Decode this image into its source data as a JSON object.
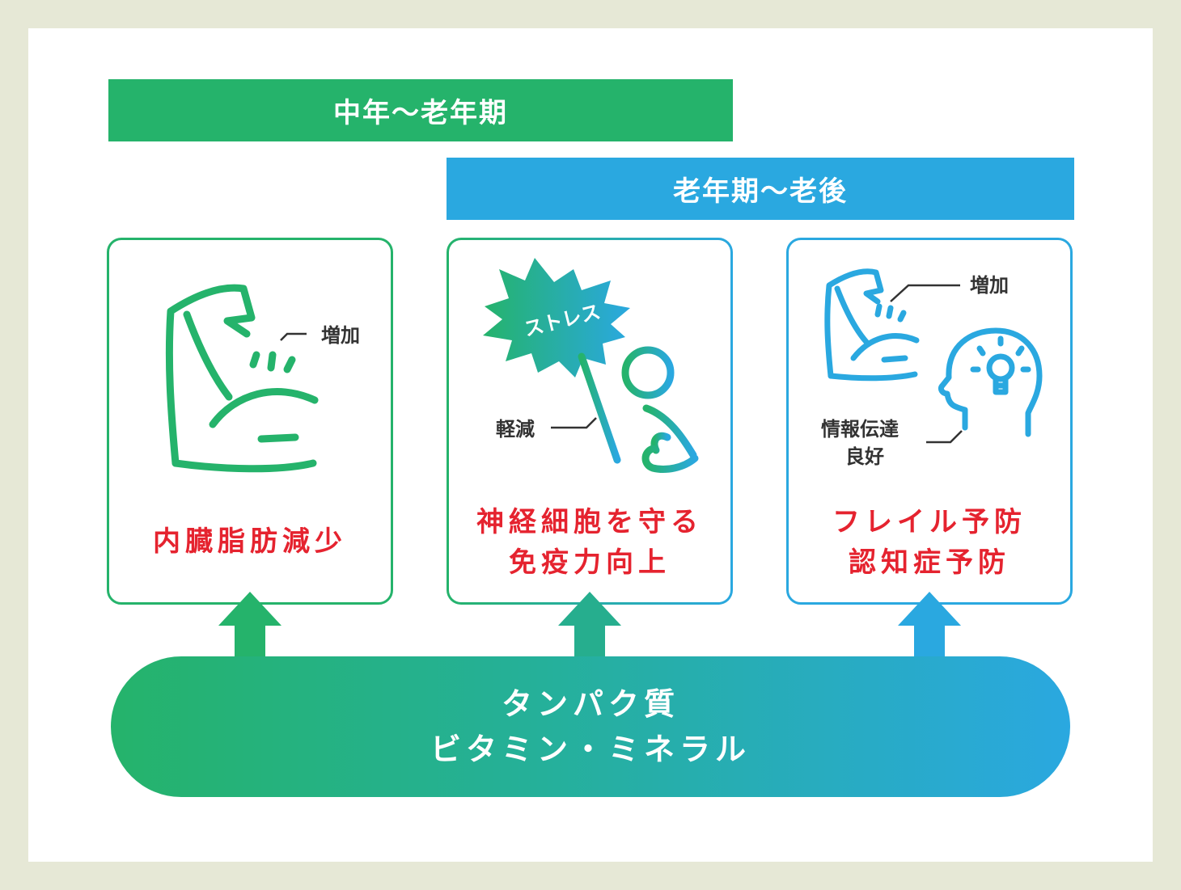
{
  "bands": {
    "middle_to_old": "中年〜老年期",
    "old_to_late": "老年期〜老後"
  },
  "cards": [
    {
      "title_lines": [
        "内臓脂肪減少"
      ],
      "annotations": [
        "増加"
      ],
      "icon": "flexed-arm-icon"
    },
    {
      "title_lines": [
        "神経細胞を守る",
        "免疫力向上"
      ],
      "annotations": [
        "ストレス",
        "軽減"
      ],
      "icon": "stress-burst-person-icon"
    },
    {
      "title_lines": [
        "フレイル予防",
        "認知症予防"
      ],
      "annotations": [
        "増加",
        "情報伝達",
        "良好"
      ],
      "icon": "arm-and-head-lightbulb-icon"
    }
  ],
  "base": {
    "line1": "タンパク質",
    "line2": "ビタミン・ミネラル"
  },
  "colors": {
    "green": "#25b36b",
    "blue": "#2aa8e0",
    "red": "#e5232f",
    "background": "#e6e8d6"
  }
}
